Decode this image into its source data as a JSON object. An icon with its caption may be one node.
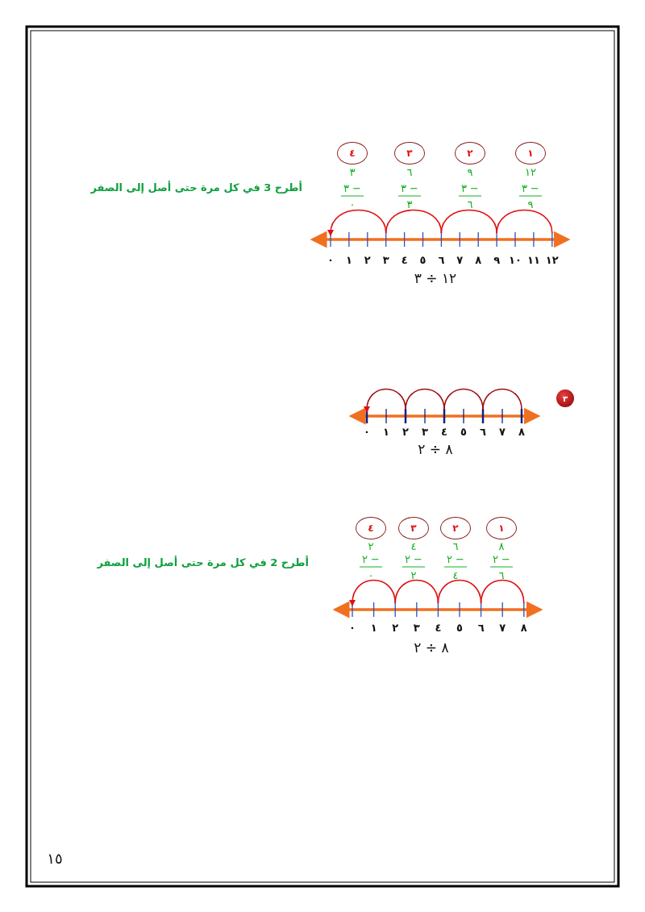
{
  "diagram": {
    "nodes": [
      {
        "text": [
          "٤"
        ]
      },
      {
        "text": [
          "٣"
        ]
      },
      {
        "text": [
          "٢"
        ]
      },
      {
        "text": [
          "١"
        ]
      },
      {
        "text": [
          "٣"
        ]
      },
      {
        "text": [
          "٤"
        ]
      },
      {
        "text": [
          "٣"
        ]
      },
      {
        "text": [
          "٢"
        ]
      },
      {
        "text": [
          "١"
        ]
      }
    ],
    "edges": [],
    "labels": [
      "أطرح 3 في كل مرة حتى أصل إلى الصفر",
      "٣",
      "٣ −",
      "٠",
      "٦",
      "٣ −",
      "٣",
      "٩",
      "٣ −",
      "٦",
      "١٢",
      "٣ −",
      "٩",
      "٠",
      "١",
      "٢",
      "٣",
      "٤",
      "٥",
      "٦",
      "٧",
      "٨",
      "٩",
      "١٠",
      "١١",
      "١٢",
      "١٢ ÷ ٣",
      "٠",
      "١",
      "٢",
      "٣",
      "٤",
      "٥",
      "٦",
      "٧",
      "٨",
      "٨ ÷ ٢",
      "أطرح 2 في كل مرة حتى أصل إلى الصفر",
      "٢",
      "٢ −",
      "٠",
      "٤",
      "٢ −",
      "٢",
      "٦",
      "٢ −",
      "٤",
      "٨",
      "٢ −",
      "٦",
      "٠",
      "١",
      "٢",
      "٣",
      "٤",
      "٥",
      "٦",
      "٧",
      "٨",
      "٨ ÷ ٢",
      "١٥"
    ]
  }
}
